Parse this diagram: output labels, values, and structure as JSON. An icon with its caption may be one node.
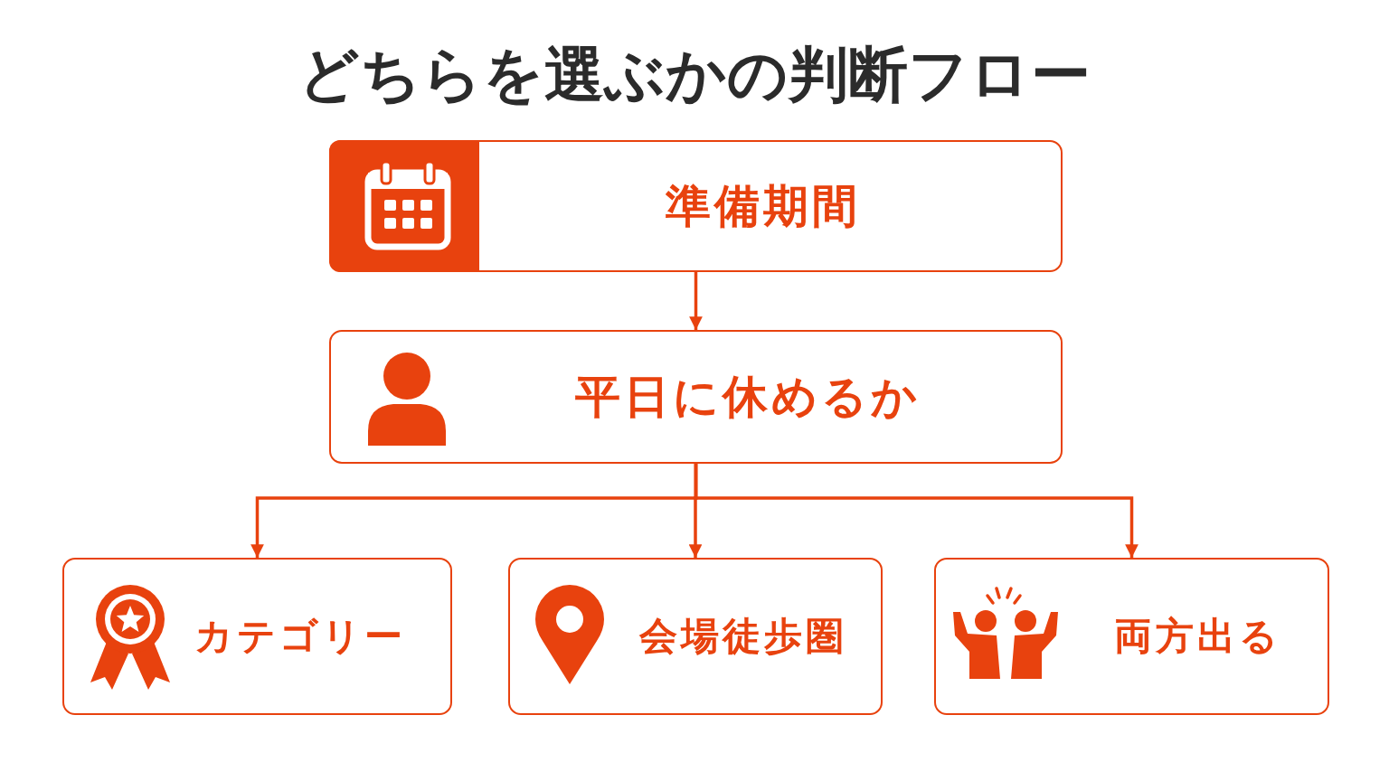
{
  "diagram": {
    "title": "どちらを選ぶかの判断フロー",
    "nodes": [
      {
        "text": [
          "準備期間"
        ]
      },
      {
        "text": [
          "平日に休めるか"
        ]
      },
      {
        "text": [
          "カテゴリー"
        ]
      },
      {
        "text": [
          "会場徒歩圏"
        ]
      },
      {
        "text": [
          "両方出る"
        ]
      }
    ],
    "edges": [
      {
        "from": 0,
        "to": 1,
        "arrow": "to"
      },
      {
        "from": 1,
        "to": 2,
        "arrow": "to"
      },
      {
        "from": 1,
        "to": 3,
        "arrow": "to"
      },
      {
        "from": 1,
        "to": 4,
        "arrow": "to"
      }
    ]
  }
}
